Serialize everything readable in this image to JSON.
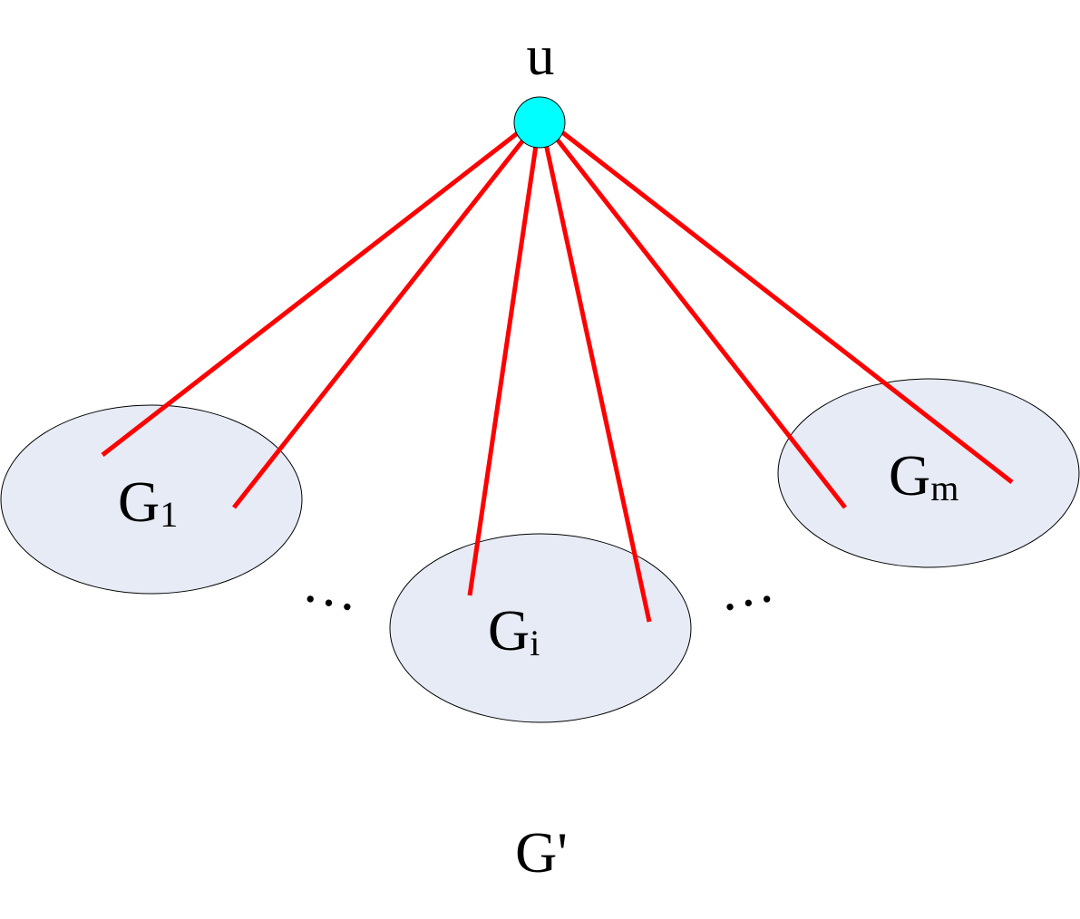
{
  "diagram": {
    "vertex_label": "u",
    "graph_label": "G'",
    "subgraphs": [
      {
        "id": "g1",
        "base": "G",
        "sub": "1"
      },
      {
        "id": "gi",
        "base": "G",
        "sub": "i"
      },
      {
        "id": "gm",
        "base": "G",
        "sub": "m"
      }
    ],
    "ellipsis_glyph": "…",
    "colors": {
      "vertex_fill": "#00ffff",
      "edge": "#ff0000",
      "subgraph_fill": "#e6ebf5",
      "outline": "#000000",
      "background": "#ffffff"
    }
  }
}
